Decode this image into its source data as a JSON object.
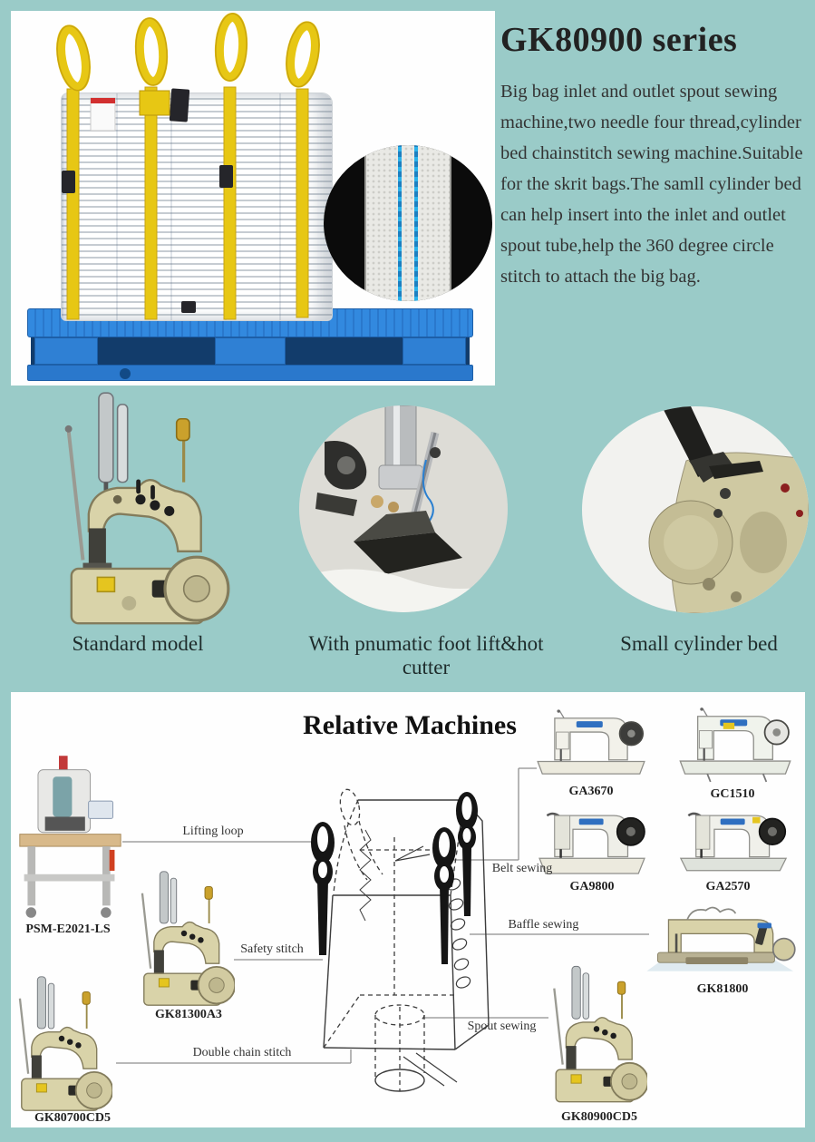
{
  "colors": {
    "background": "#9acbc8",
    "panel": "#fefefe",
    "pallet_blue": "#2a78cc",
    "strap_yellow": "#e7c714",
    "machine_beige": "#d9d3a9",
    "stitch_blue": "#2aa0dc"
  },
  "hero": {
    "title": "GK80900 series",
    "description": "Big bag inlet and outlet spout sewing machine,two needle four thread,cylinder bed chainstitch sewing machine.Suitable for the skrit bags.The samll cylinder bed can help insert into the inlet and outlet spout tube,help the 360 degree circle stitch to attach the big bag."
  },
  "models": {
    "standard": {
      "caption": "Standard model"
    },
    "foot_lift": {
      "caption": "With pnumatic foot lift&hot cutter"
    },
    "cylinder_bed": {
      "caption": "Small cylinder bed"
    }
  },
  "relative_machines": {
    "title": "Relative Machines",
    "machines": [
      {
        "name": "PSM-E2021-LS"
      },
      {
        "name": "GK81300A3"
      },
      {
        "name": "GK80700CD5"
      },
      {
        "name": "GA3670"
      },
      {
        "name": "GC1510"
      },
      {
        "name": "GA9800"
      },
      {
        "name": "GA2570"
      },
      {
        "name": "GK81800"
      },
      {
        "name": "GK80900CD5"
      }
    ],
    "connections": [
      {
        "label": "Lifting loop"
      },
      {
        "label": "Safety stitch"
      },
      {
        "label": "Double chain stitch"
      },
      {
        "label": "Belt sewing"
      },
      {
        "label": "Baffle sewing"
      },
      {
        "label": "Spout sewing"
      }
    ]
  }
}
